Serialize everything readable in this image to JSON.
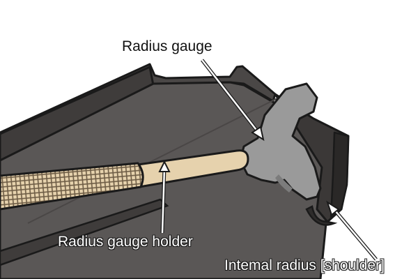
{
  "labels": {
    "radius_gauge": "Radius gauge",
    "radius_gauge_holder": "Radius gauge holder",
    "internal_radius": "Intemal radius [shoulder]"
  },
  "colors": {
    "channel_dark": "#4a4746",
    "channel_floor": "#5a5756",
    "outline": "#1a1a1a",
    "gauge_metal": "#9a9a9a",
    "holder_wood": "#e6d2ad",
    "knurl": "#7a6a52",
    "arrow_fill": "#ffffff"
  },
  "icons": {
    "gauge": "radius-gauge-icon",
    "holder": "knurled-holder-icon"
  }
}
